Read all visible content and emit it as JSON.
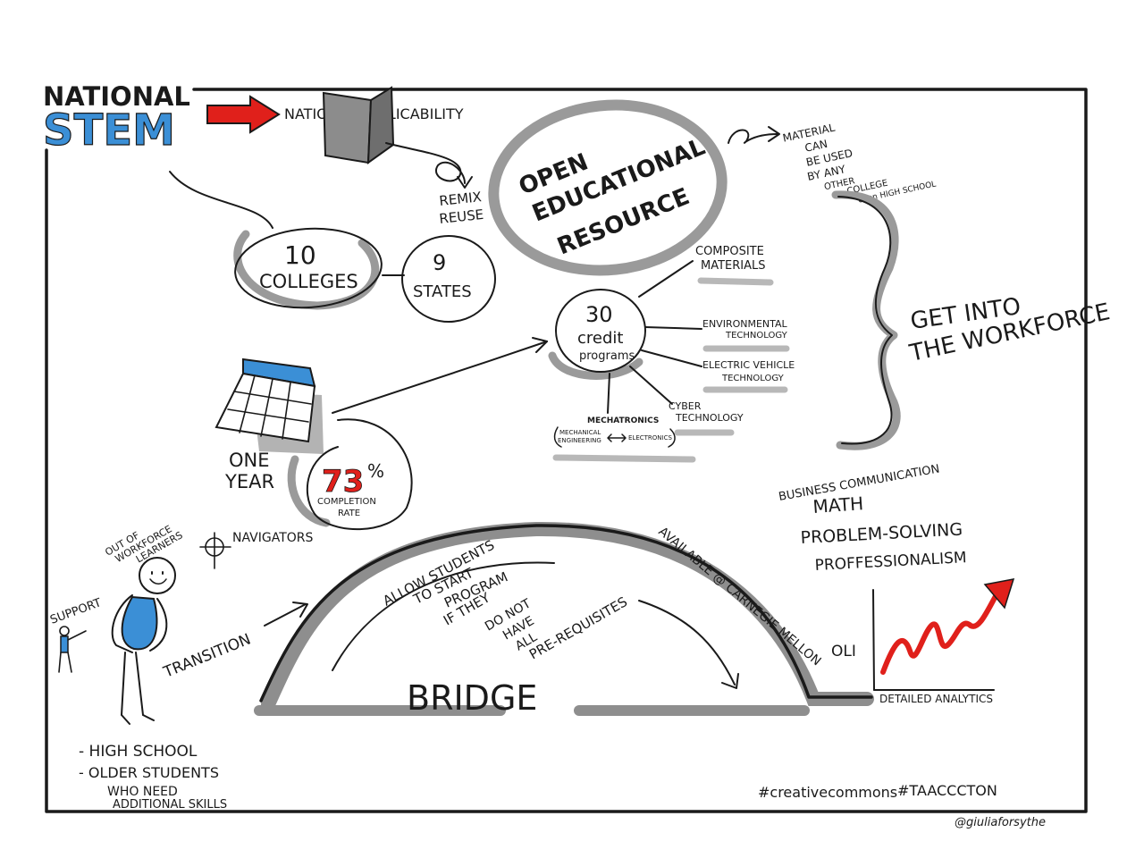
{
  "title": {
    "line1": "NATIONAL",
    "line2": "STEM"
  },
  "top": {
    "applicability": "NATIONAL APPLICABILITY",
    "remix": "REMIX",
    "reuse": "REUSE"
  },
  "colleges": {
    "count": "10",
    "label": "COLLEGES"
  },
  "states": {
    "count": "9",
    "label": "STATES"
  },
  "oer": {
    "line1": "OPEN",
    "line2": "EDUCATIONAL",
    "line3": "RESOURCE"
  },
  "material_note": {
    "lines": [
      "MATERIAL",
      "CAN",
      "BE USED",
      "BY ANY",
      "OTHER",
      "COLLEGE",
      "even HIGH SCHOOL"
    ]
  },
  "programs": {
    "count": "30",
    "line2": "credit",
    "line3": "programs",
    "composite_1": "COMPOSITE",
    "composite_2": "MATERIALS",
    "env_1": "ENVIRONMENTAL",
    "env_2": "TECHNOLOGY",
    "ev_1": "ELECTRIC VEHICLE",
    "ev_2": "TECHNOLOGY",
    "cyber_1": "CYBER",
    "cyber_2": "TECHNOLOGY",
    "mechatronics": "MECHATRONICS",
    "mech_eng_1": "MECHANICAL",
    "mech_eng_2": "ENGINEERING",
    "electronics": "ELECTRONICS"
  },
  "workforce": {
    "line1": "GET INTO",
    "line2": "THE WORKFORCE"
  },
  "year": {
    "line1": "ONE",
    "line2": "YEAR"
  },
  "completion": {
    "percent": "73",
    "percent_sign": "%",
    "line1": "COMPLETION",
    "line2": "RATE"
  },
  "skills": {
    "business": "BUSINESS COMMUNICATION",
    "math": "MATH",
    "problem": "PROBLEM-SOLVING",
    "professionalism": "PROFFESSIONALISM"
  },
  "learners": {
    "out_of": "OUT OF",
    "workforce": "WORKFORCE",
    "learners": "LEARNERS",
    "navigators": "NAVIGATORS",
    "support": "SUPPORT",
    "transition": "TRANSITION"
  },
  "bridge": {
    "label": "BRIDGE",
    "allow_1": "ALLOW STUDENTS",
    "allow_2": "TO START",
    "allow_3": "PROGRAM",
    "allow_4": "IF THEY",
    "allow_5": "DO NOT",
    "allow_6": "HAVE",
    "allow_7": "ALL",
    "allow_8": "PRE-REQUISITES",
    "available": "AVAILABLE @ CARNEGIE MELLON",
    "oli": "OLI",
    "analytics": "DETAILED ANALYTICS"
  },
  "audience": {
    "item1": "- HIGH SCHOOL",
    "item2": "- OLDER STUDENTS",
    "item3": "WHO NEED",
    "item4": "ADDITIONAL SKILLS"
  },
  "tags": {
    "creative": "#creativecommons",
    "taaccct": "#TAACCCTON",
    "author": "@giuliaforsythe"
  },
  "colors": {
    "blue": "#3b8fd6",
    "red": "#e0201b",
    "grey": "#9a9a9a",
    "ink": "#1a1a1a"
  }
}
